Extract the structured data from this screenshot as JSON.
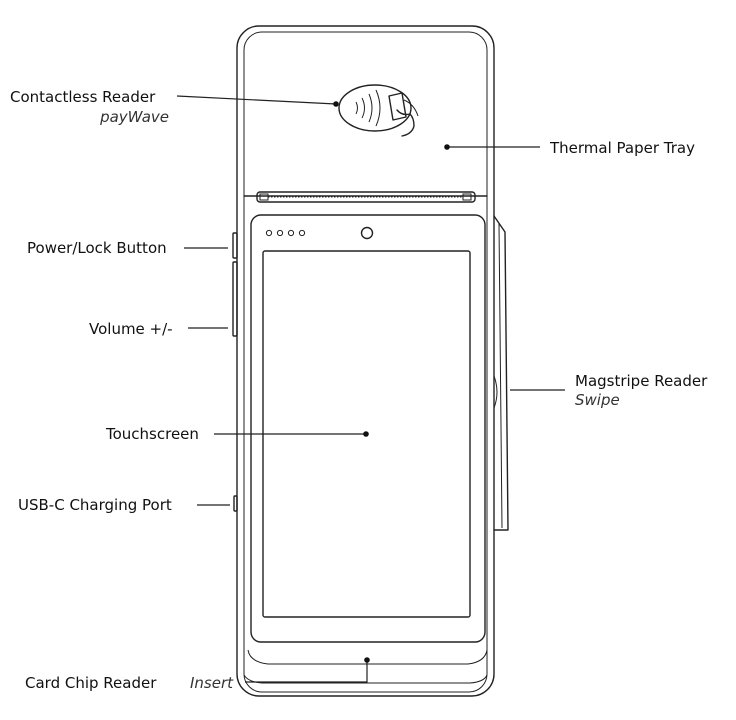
{
  "device": {
    "indicator_lights": 4,
    "icons": {
      "contactless": "contactless-tap-icon",
      "camera": "front-camera-icon"
    }
  },
  "labels": {
    "contactless_reader": "Contactless Reader",
    "contactless_reader_sub": "payWave",
    "thermal_paper_tray": "Thermal Paper Tray",
    "power_lock_button": "Power/Lock Button",
    "volume": "Volume +/-",
    "magstripe_reader": "Magstripe Reader",
    "magstripe_reader_sub": "Swipe",
    "touchscreen": "Touchscreen",
    "usb_c_port": "USB-C Charging Port",
    "card_chip_reader": "Card Chip Reader",
    "card_chip_reader_sub": "Insert"
  },
  "colors": {
    "line": "#222222",
    "text": "#111111",
    "background": "#ffffff"
  }
}
